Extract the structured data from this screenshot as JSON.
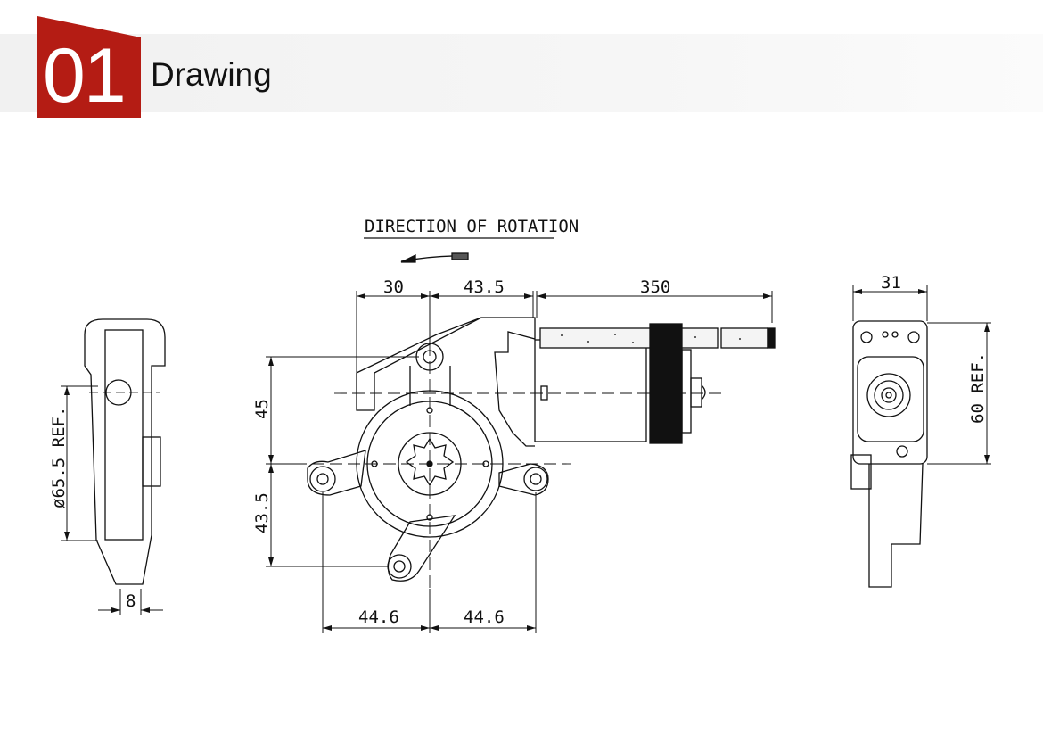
{
  "header": {
    "number": "01",
    "title": "Drawing"
  },
  "annotations": {
    "direction_label": "DIRECTION OF ROTATION"
  },
  "dimensions": {
    "front": {
      "top_left": "30",
      "top_mid": "43.5",
      "top_right": "350",
      "left_upper": "45",
      "left_lower": "43.5",
      "bottom_left": "44.6",
      "bottom_right": "44.6"
    },
    "side_left": {
      "diameter": "ø65.5 REF.",
      "width": "8"
    },
    "side_right": {
      "width": "31",
      "height": "60 REF."
    }
  },
  "colors": {
    "accent": "#b41c14"
  }
}
